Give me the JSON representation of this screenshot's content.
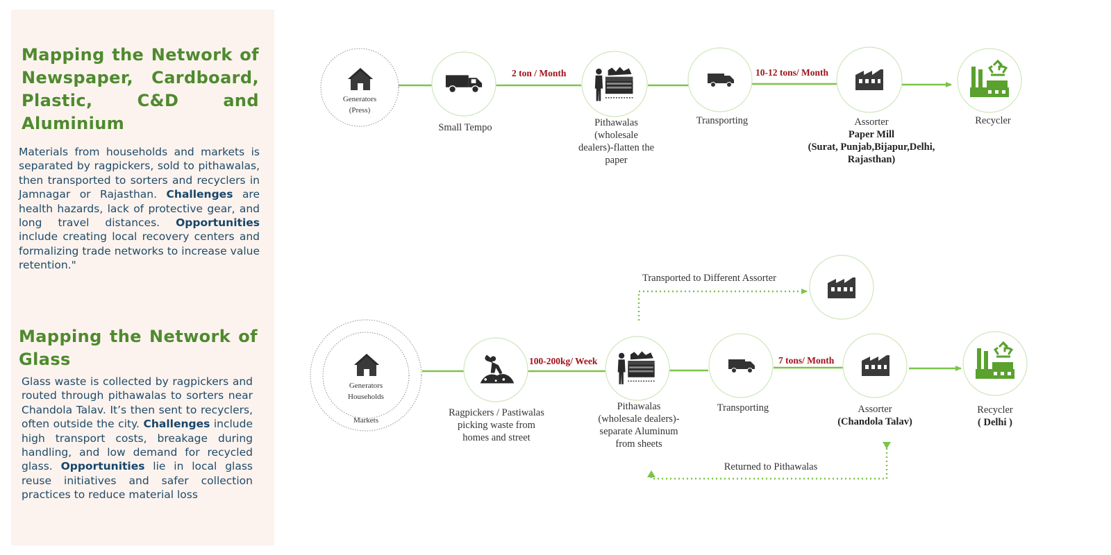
{
  "left_panel": {
    "section1_title": "Mapping the Network of Newspaper, Cardboard, Plastic, C&D and Aluminium",
    "section1_text": "Materials from households and markets is separated by ragpickers, sold to pithawalas, then transported to sorters and recyclers in Jamnagar or Rajasthan.",
    "section1_challenges_label": "Challenges",
    "section1_challenges_text": " are health hazards, lack of protective gear, and long travel distances.",
    "section1_opportunities_label": "Opportunities",
    "section1_opportunities_text": " include creating local recovery centers and formalizing trade networks to increase value retention.\"",
    "section2_title": "Mapping the Network of Glass",
    "section2_text": "Glass waste is collected by ragpickers and routed through pithawalas to sorters near Chandola Talav. It’s then sent to recyclers, often outside the city.",
    "section2_challenges_label": "Challenges",
    "section2_challenges_text": " include high transport costs, breakage during handling, and low demand for recycled glass.",
    "section2_opportunities_label": "Opportunities",
    "section2_opportunities_text": " lie in local glass reuse initiatives and safer collection practices to reduce material loss"
  },
  "flow1": {
    "generators_line1": "Generators",
    "generators_line2": "(Press)",
    "tempo_label": "Small Tempo",
    "pithawalas_lines": [
      "Pithawalas",
      "(wholesale",
      "dealers)-flatten the",
      "paper"
    ],
    "transporting_label": "Transporting",
    "assorter_label": "Assorter",
    "assorter_bold": [
      "Paper Mill",
      "(Surat, Punjab,Bijapur,Delhi,",
      "Rajasthan)"
    ],
    "recycler_label": "Recycler",
    "flow_rate_1": "2 ton / Month",
    "flow_rate_2": "10-12 tons/ Month"
  },
  "flow2": {
    "generators_line1": "Generators",
    "generators_line2": "Households",
    "markets_label": "Markets",
    "ragpickers_lines": [
      "Ragpickers / Pastiwalas",
      "picking waste from",
      "homes and street"
    ],
    "pithawalas_lines": [
      "Pithawalas",
      "(wholesale dealers)-",
      "separate Aluminum",
      "from sheets"
    ],
    "transporting_label": "Transporting",
    "assorter_label": "Assorter",
    "assorter_bold": "(Chandola Talav)",
    "recycler_label": "Recycler",
    "recycler_bold": "( Delhi )",
    "flow_rate_1": "100-200kg/ Week",
    "flow_rate_2": "7 tons/ Month",
    "branch_label": "Transported to Different Assorter",
    "return_label": "Returned to Pithawalas"
  },
  "colors": {
    "accent_green": "#7cc348",
    "heading_green": "#4e8a2e",
    "flow_red": "#a0121a",
    "panel_bg": "#fcf3ee",
    "text_blue": "#1f4a68"
  },
  "icons": [
    "house-icon",
    "tempo-truck-icon",
    "worker-press-icon",
    "transport-truck-icon",
    "factory-icon",
    "recycling-plant-icon",
    "ragpicker-icon"
  ]
}
